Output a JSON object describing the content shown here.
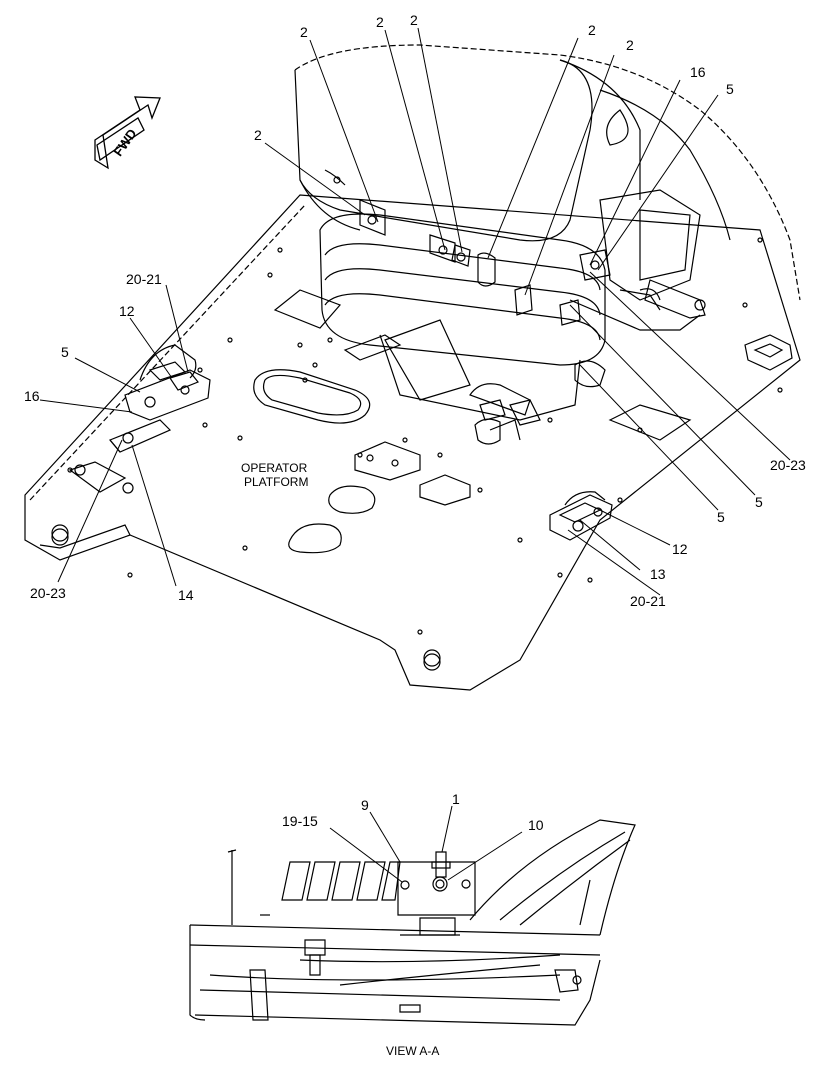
{
  "callouts": {
    "c2a": "2",
    "c2b": "2",
    "c2c": "2",
    "c2d": "2",
    "c2e": "2",
    "c2f": "2",
    "c16a": "16",
    "c5a": "5",
    "c2021a": "20-21",
    "c12a": "12",
    "c5b": "5",
    "c16b": "16",
    "c2023a": "20-23",
    "c14": "14",
    "c2023b": "20-23",
    "c5c": "5",
    "c5d": "5",
    "c12b": "12",
    "c13": "13",
    "c2021b": "20-21",
    "c1": "1",
    "c9": "9",
    "c1915": "19-15",
    "c10": "10"
  },
  "labels": {
    "fwd": "FWD",
    "platform_line1": "OPERATOR",
    "platform_line2": "PLATFORM",
    "view": "VIEW A-A"
  }
}
